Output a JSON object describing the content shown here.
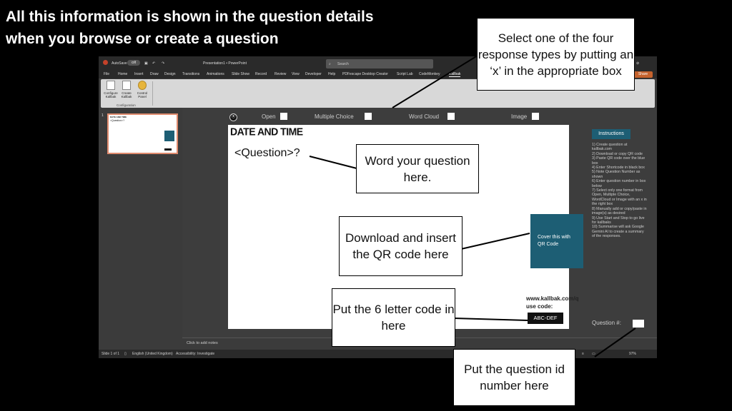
{
  "headline": {
    "line1": "All this information is shown in the question details",
    "line2": "when you browse or create a question"
  },
  "ppt": {
    "autosave_label": "AutoSave",
    "autosave_state": "Off",
    "doc_title": "Presentation1 • PowerPoint",
    "search_placeholder": "Search",
    "tabs": [
      "File",
      "Home",
      "Insert",
      "Draw",
      "Design",
      "Transitions",
      "Animations",
      "Slide Show",
      "Record",
      "Review",
      "View",
      "Developer",
      "Help",
      "PDFescape Desktop Creator",
      "Script Lab",
      "CodeMonkey",
      "Kallbak"
    ],
    "active_tab": "Kallbak",
    "share_label": "Share",
    "ribbon": {
      "buttons": [
        {
          "line1": "Configure",
          "line2": "Kallbak"
        },
        {
          "line1": "Create",
          "line2": "Kallbak"
        },
        {
          "line1": "Control",
          "line2": "Panel"
        }
      ],
      "group_label": "Configuration"
    },
    "thumb_number": "1",
    "response_types": {
      "open": "Open",
      "multiple_choice": "Multiple Choice",
      "word_cloud": "Word Cloud",
      "image": "Image"
    },
    "slide": {
      "title": "DATE AND TIME",
      "question": "<Question>?",
      "qr_cover_line1": "Cover this with",
      "qr_cover_line2": "QR Code",
      "url_line1": "www.kallbak.com/q",
      "url_line2": "use code:",
      "code": "ABC-DEF"
    },
    "instructions": {
      "button": "Instructions",
      "items": [
        "1) Create question at kallbak.com",
        "2) Download or copy QR code",
        "3) Paste QR code over the blue box",
        "4) Enter Shortcode in black box",
        "5) Note Question Number as shown",
        "6) Enter question number in box below",
        "7) Select only one format from Open, Multiple Choice, WordCloud or Image with an x in the right box",
        "8) Manually add or copy/paste in image(s) as desired",
        "9) Use Start and Stop to go live for kallbaks",
        "10) Summarise will ask Google Gemini AI to create a summary of the responses."
      ],
      "question_number_label": "Question #:"
    },
    "notes_placeholder": "Click to add notes",
    "status": {
      "slide_count": "Slide 1 of 1",
      "language": "English (United Kingdom)",
      "accessibility": "Accessibility: Investigate",
      "zoom": "97%"
    }
  },
  "callouts": {
    "response_types": "Select one of the four response types by putting an ‘x’ in the appropriate box",
    "question": "Word your question here.",
    "qr_code": "Download and insert the QR code here",
    "letter_code": "Put the 6 letter code in here",
    "question_id": "Put the question id number here"
  }
}
